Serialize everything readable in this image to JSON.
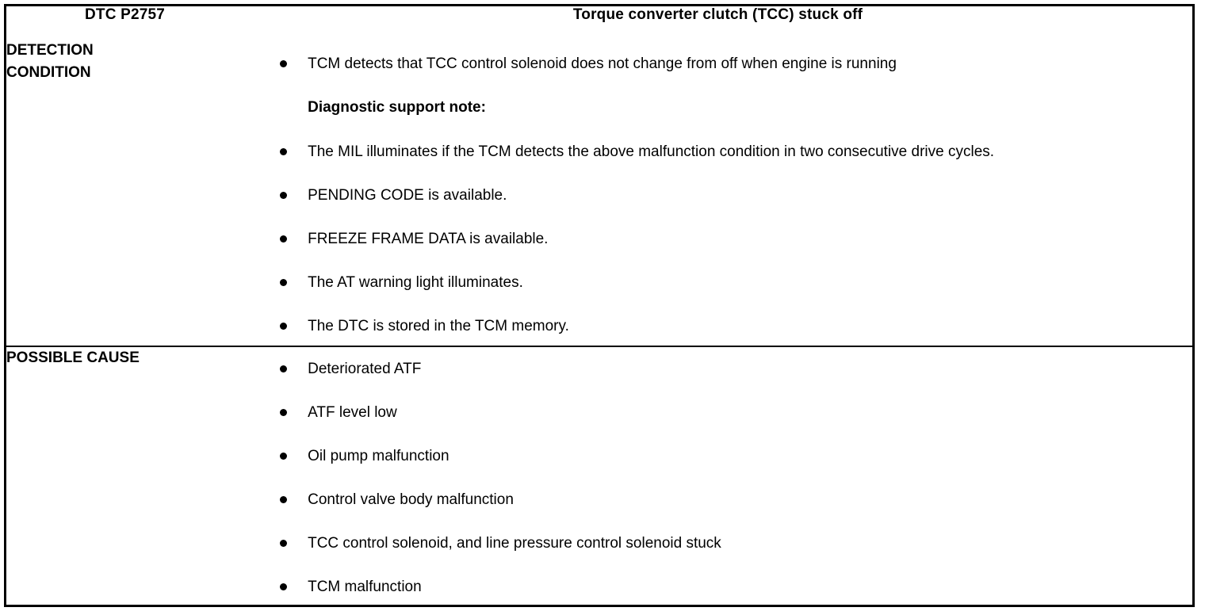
{
  "table": {
    "header": {
      "dtc_code": "DTC P2757",
      "dtc_title": "Torque converter clutch (TCC) stuck off"
    },
    "rows": [
      {
        "label": "DETECTION\nCONDITION",
        "label_line1": "DETECTION",
        "label_line2": "CONDITION",
        "items": [
          {
            "type": "bullet",
            "text": "TCM detects that TCC control solenoid does not change from off when engine is running"
          },
          {
            "type": "note",
            "text": "Diagnostic support note:"
          },
          {
            "type": "bullet",
            "text": "The MIL illuminates if the TCM detects the above malfunction condition in two consecutive drive cycles."
          },
          {
            "type": "bullet",
            "text": "PENDING CODE is available."
          },
          {
            "type": "bullet",
            "text": "FREEZE FRAME DATA is available."
          },
          {
            "type": "bullet",
            "text": "The AT warning light illuminates."
          },
          {
            "type": "bullet",
            "text": "The DTC is stored in the TCM memory."
          }
        ]
      },
      {
        "label": "POSSIBLE CAUSE",
        "items": [
          {
            "type": "bullet",
            "text": "Deteriorated ATF"
          },
          {
            "type": "bullet",
            "text": "ATF level low"
          },
          {
            "type": "bullet",
            "text": "Oil pump malfunction"
          },
          {
            "type": "bullet",
            "text": "Control valve body malfunction"
          },
          {
            "type": "bullet",
            "text": "TCC control solenoid, and line pressure control solenoid stuck"
          },
          {
            "type": "bullet",
            "text": "TCM malfunction"
          }
        ]
      }
    ]
  },
  "colors": {
    "border": "#000000",
    "text": "#000000",
    "background": "#ffffff"
  }
}
